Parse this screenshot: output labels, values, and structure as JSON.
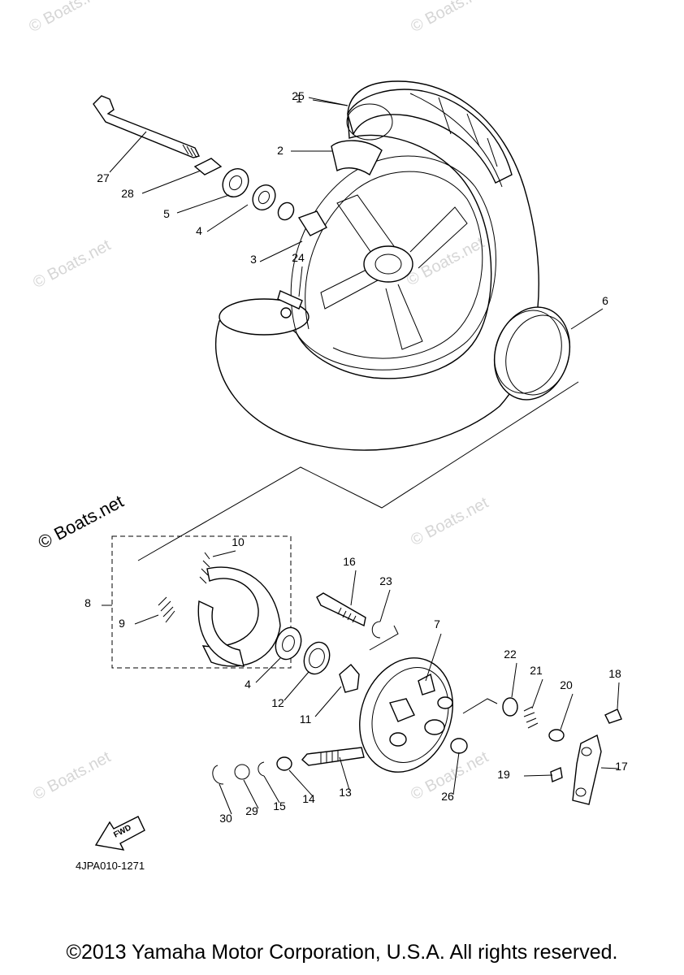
{
  "diagram": {
    "callouts": [
      "1",
      "2",
      "3",
      "4",
      "5",
      "6",
      "25",
      "27",
      "28",
      "24",
      "8",
      "9",
      "10",
      "4",
      "12",
      "11",
      "16",
      "23",
      "7",
      "22",
      "21",
      "20",
      "18",
      "17",
      "19",
      "26",
      "13",
      "14",
      "15",
      "29",
      "30"
    ],
    "direction_badge": "FWD",
    "diagram_code": "4JPA010-1271"
  },
  "watermarks": {
    "text": "© Boats.net",
    "prominent_text": "© Boats.net"
  },
  "footer": {
    "copyright": "©2013 Yamaha Motor Corporation, U.S.A. All rights reserved."
  }
}
